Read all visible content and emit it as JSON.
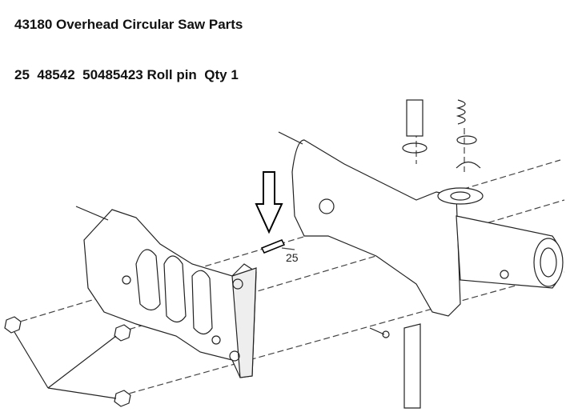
{
  "header": {
    "title": "43180 Overhead Circular Saw Parts"
  },
  "part_line": {
    "ref": "25",
    "part_no": "48542",
    "mfr_no": "50485423",
    "description": "Roll pin",
    "qty": "Qty 1"
  },
  "diagram": {
    "callout_label": "25",
    "pointer_icon": "down-arrow-outline"
  }
}
